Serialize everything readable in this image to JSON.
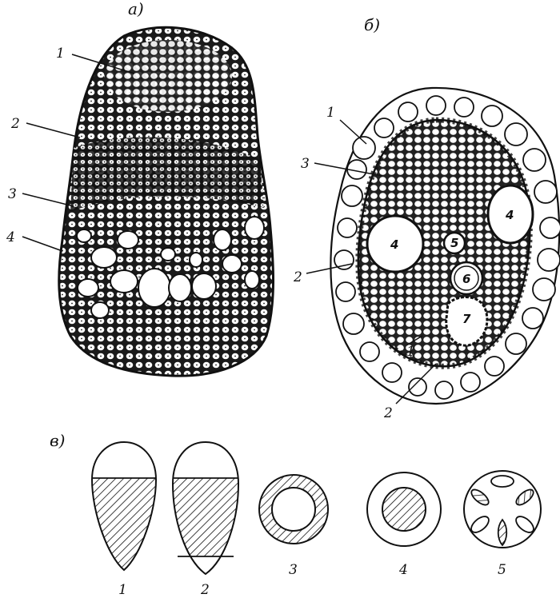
{
  "panels": {
    "a": {
      "label": "а)",
      "callouts": [
        "1",
        "2",
        "3",
        "4"
      ]
    },
    "b": {
      "label": "б)",
      "callouts": [
        "1",
        "3",
        "2",
        "1",
        "2"
      ],
      "vessels": [
        "4",
        "4",
        "5",
        "6",
        "7"
      ]
    },
    "v": {
      "label": "в)",
      "types": [
        "1",
        "2",
        "3",
        "4",
        "5"
      ]
    }
  },
  "colors": {
    "ink": "#111111",
    "paper": "#ffffff"
  }
}
